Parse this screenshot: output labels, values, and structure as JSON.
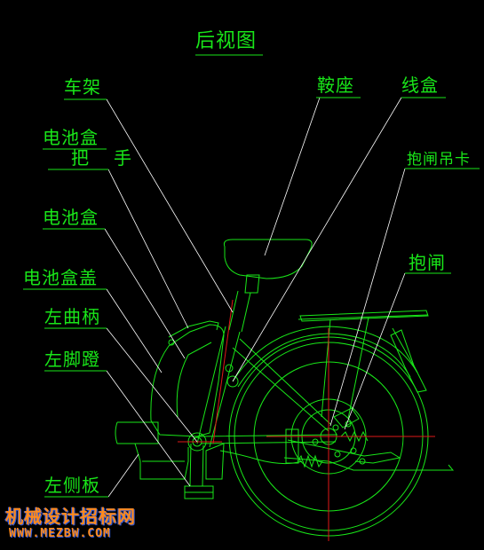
{
  "title": "后视图",
  "labels": {
    "frame": "车架",
    "saddle": "鞍座",
    "wire_box": "线盒",
    "battery_box_1": "电池盒",
    "handle": "把　手",
    "brake_hanger": "抱闸吊卡",
    "battery_box_2": "电池盒",
    "brake": "抱闸",
    "battery_cover": "电池盒盖",
    "left_crank": "左曲柄",
    "left_pedal": "左脚蹬",
    "left_side_panel": "左侧板"
  },
  "watermark": {
    "name": "机械设计招标网",
    "url": "WWW.MEZBW.COM"
  },
  "colors": {
    "background": "#000000",
    "label": "#19e619",
    "drawing": "#19e619",
    "leader": "#ffffff",
    "centerline": "#e01818",
    "watermark": "#ff8a1c"
  }
}
